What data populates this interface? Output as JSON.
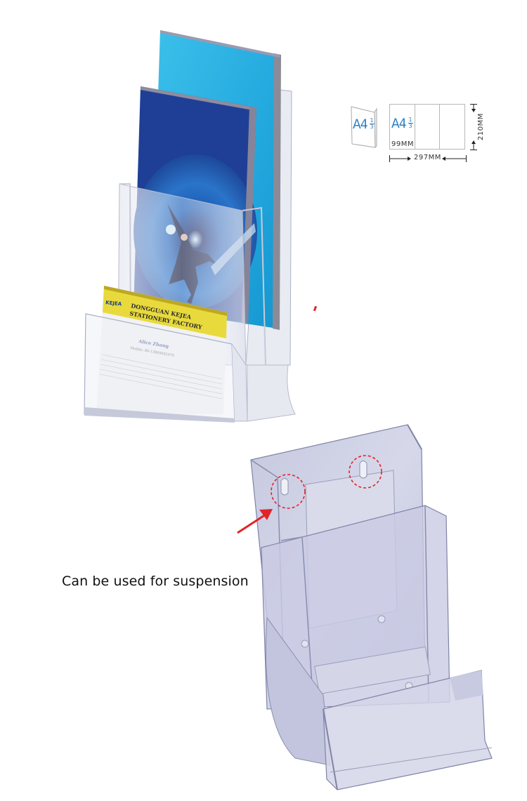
{
  "size_diagram": {
    "folded_label": "A4",
    "fraction_numerator": "1",
    "fraction_denominator": "3",
    "panel_label": "A4",
    "panel_width": "99MM",
    "total_width": "297MM",
    "height": "210MM"
  },
  "top_product": {
    "business_card": {
      "brand": "KEJEA",
      "company_line1": "DONGGUAN KEJEA",
      "company_line2": "STATIONERY FACTORY",
      "name": "Alice Zhong",
      "mobile": "Mobile: 86-13809092076"
    }
  },
  "bottom_product": {
    "caption": "Can be used for suspension",
    "highlight_color": "#e0242a",
    "acrylic_color": "#c9cbe3"
  }
}
